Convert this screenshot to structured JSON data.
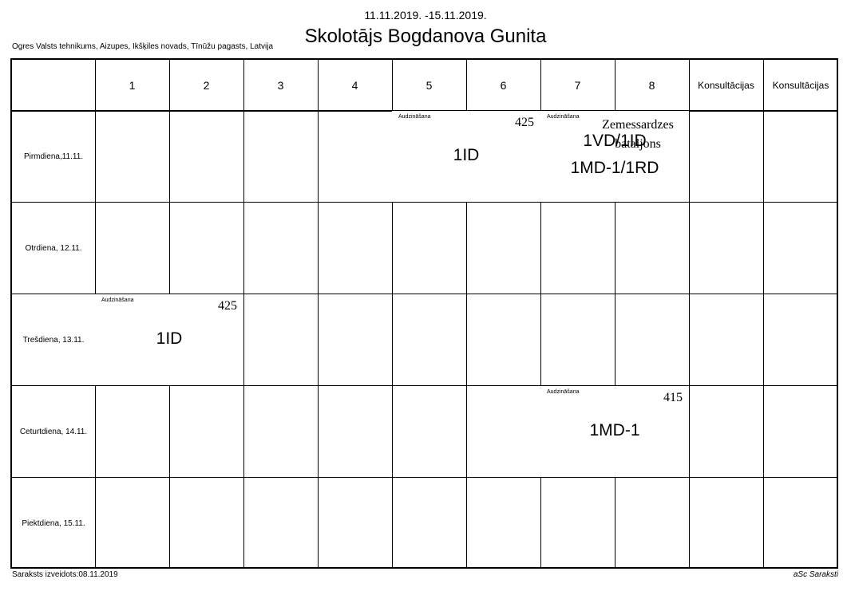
{
  "header": {
    "date_range": "11.11.2019. -15.11.2019.",
    "school": "Ogres Valsts tehnikums, Aizupes, Ikšķiles novads, Tīnūžu pagasts, Latvija",
    "title": "Skolotājs Bogdanova Gunita"
  },
  "columns": [
    "1",
    "2",
    "3",
    "4",
    "5",
    "6",
    "7",
    "8",
    "Konsultācijas",
    "Konsultācijas"
  ],
  "days": [
    "Pirmdiena,11.11.",
    "Otrdiena, 12.11.",
    "Trešdiena, 13.11.",
    "Ceturtdiena, 14.11.",
    "Piektdiena, 15.11."
  ],
  "lessons": [
    {
      "day": 0,
      "subject": "Audzināšana",
      "room": "425",
      "class": "1ID"
    },
    {
      "day": 0,
      "subject": "Audzināšana",
      "room": "Zemessardzes bataljons",
      "class": "1VD/1ID",
      "class2": "1MD-1/1RD"
    },
    {
      "day": 2,
      "subject": "Audzināšana",
      "room": "425",
      "class": "1ID"
    },
    {
      "day": 3,
      "subject": "Audzināšana",
      "room": "415",
      "class": "1MD-1"
    }
  ],
  "footer": {
    "created": "Saraksts izveidots:08.11.2019",
    "brand": "aSc Saraksti"
  }
}
